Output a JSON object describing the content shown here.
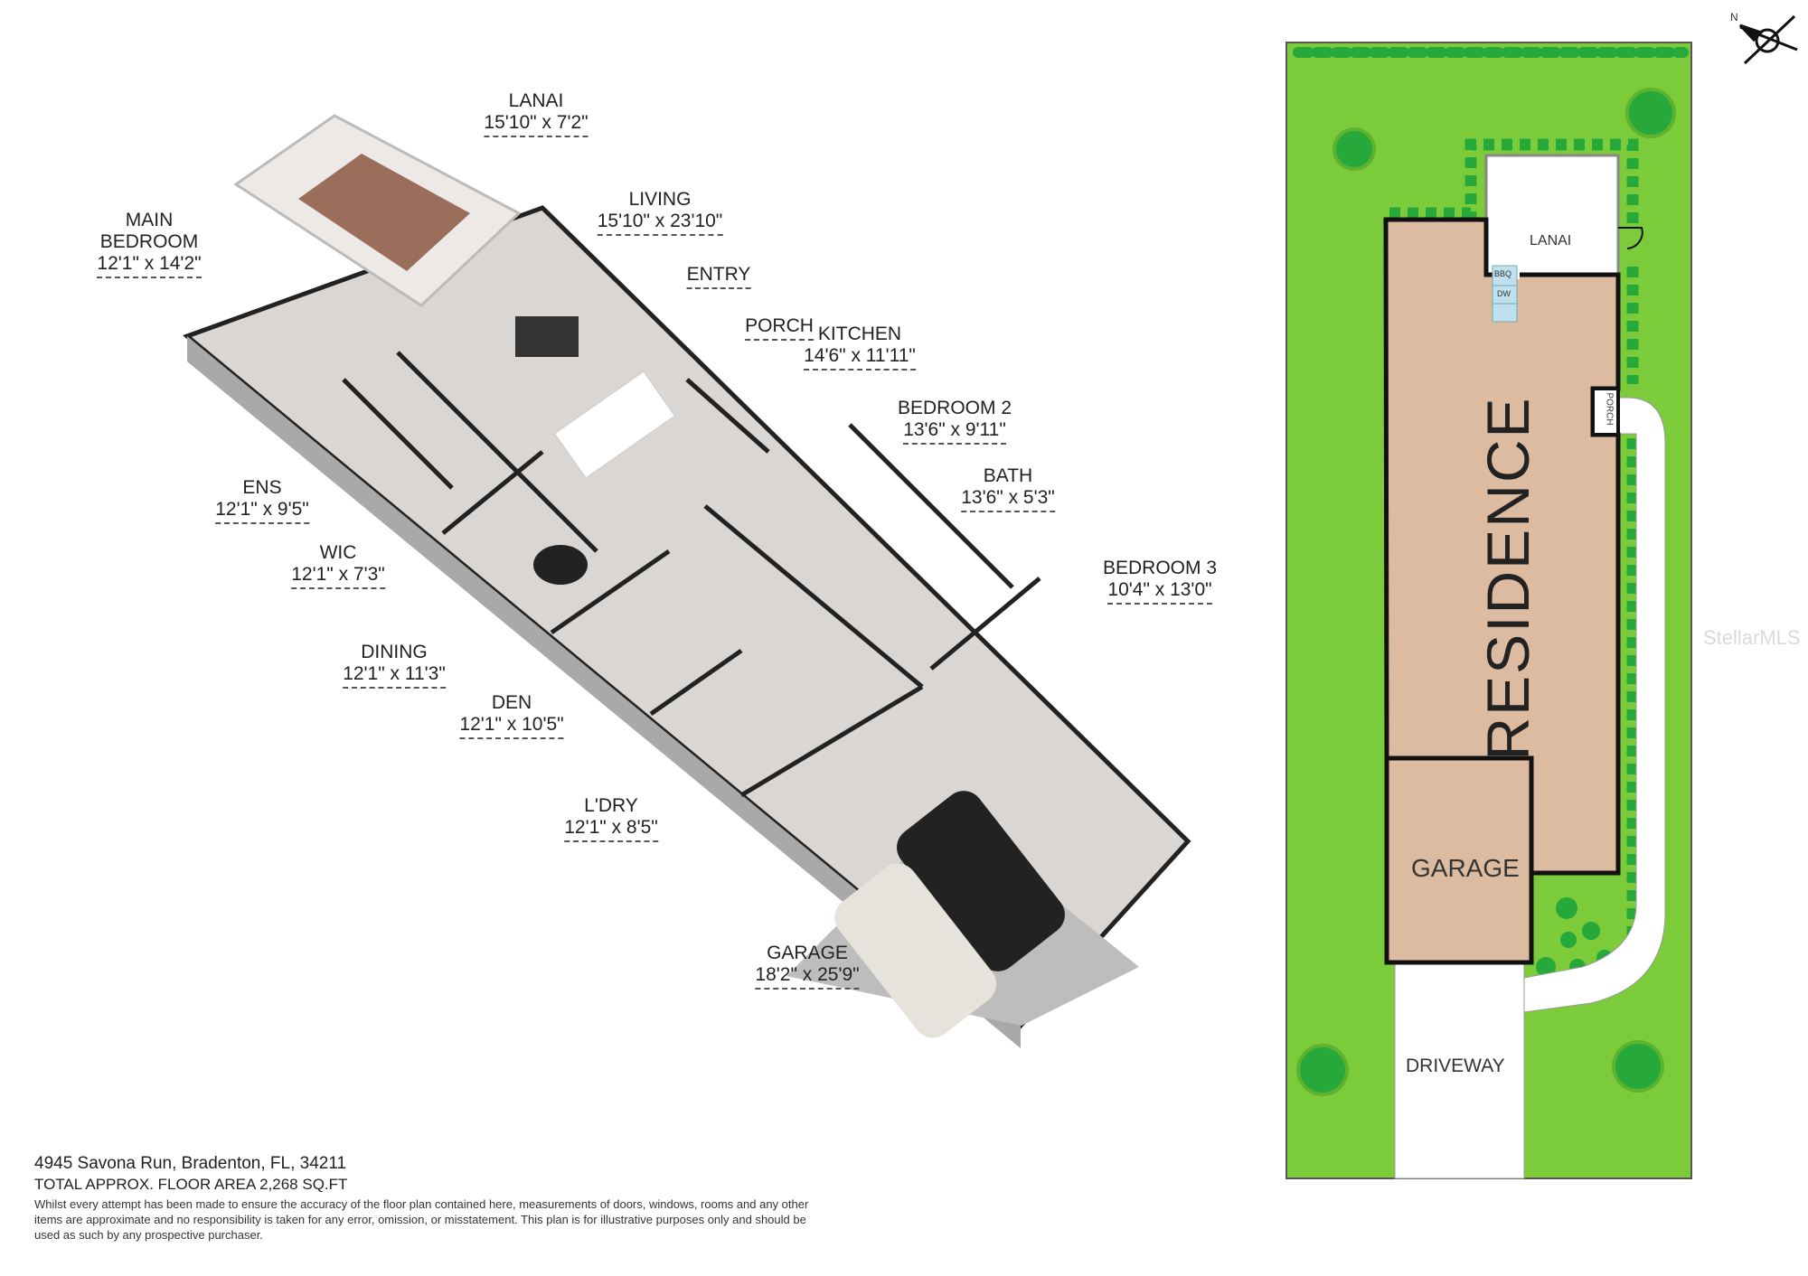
{
  "floor_plan": {
    "rooms": [
      {
        "name": "LANAI",
        "dims": "15'10\" x 7'2\""
      },
      {
        "name": "LIVING",
        "dims": "15'10\" x 23'10\""
      },
      {
        "name": "MAIN BEDROOM",
        "dims": "12'1\" x 14'2\""
      },
      {
        "name": "ENTRY",
        "dims": ""
      },
      {
        "name": "PORCH",
        "dims": ""
      },
      {
        "name": "KITCHEN",
        "dims": "14'6\" x 11'11\""
      },
      {
        "name": "BEDROOM 2",
        "dims": "13'6\" x 9'11\""
      },
      {
        "name": "BATH",
        "dims": "13'6\" x 5'3\""
      },
      {
        "name": "BEDROOM 3",
        "dims": "10'4\" x 13'0\""
      },
      {
        "name": "ENS",
        "dims": "12'1\" x 9'5\""
      },
      {
        "name": "WIC",
        "dims": "12'1\" x 7'3\""
      },
      {
        "name": "DINING",
        "dims": "12'1\" x 11'3\""
      },
      {
        "name": "DEN",
        "dims": "12'1\" x 10'5\""
      },
      {
        "name": "L'DRY",
        "dims": "12'1\" x 8'5\""
      },
      {
        "name": "GARAGE",
        "dims": "18'2\" x 25'9\""
      }
    ]
  },
  "footer": {
    "address": "4945 Savona Run, Bradenton, FL, 34211",
    "area": "TOTAL APPROX. FLOOR AREA 2,268 SQ.FT",
    "disclaimer": "Whilst every attempt has been made to ensure the accuracy of the floor plan contained here, measurements of doors, windows, rooms and any other items are approximate and no responsibility is taken for any error, omission, or misstatement. This plan is for illustrative purposes only and should be used as such by any prospective purchaser."
  },
  "site_plan": {
    "residence": "RESIDENCE",
    "lanai": "LANAI",
    "bbq": "BBQ",
    "dw": "DW",
    "porch": "PORCH",
    "garage": "GARAGE",
    "driveway": "DRIVEWAY",
    "compass": "N",
    "colors": {
      "lawn": "#7ccb3a",
      "shrub": "#26a83a",
      "building": "#ddbba0",
      "outline": "#111111"
    }
  },
  "watermark": "StellarMLS"
}
